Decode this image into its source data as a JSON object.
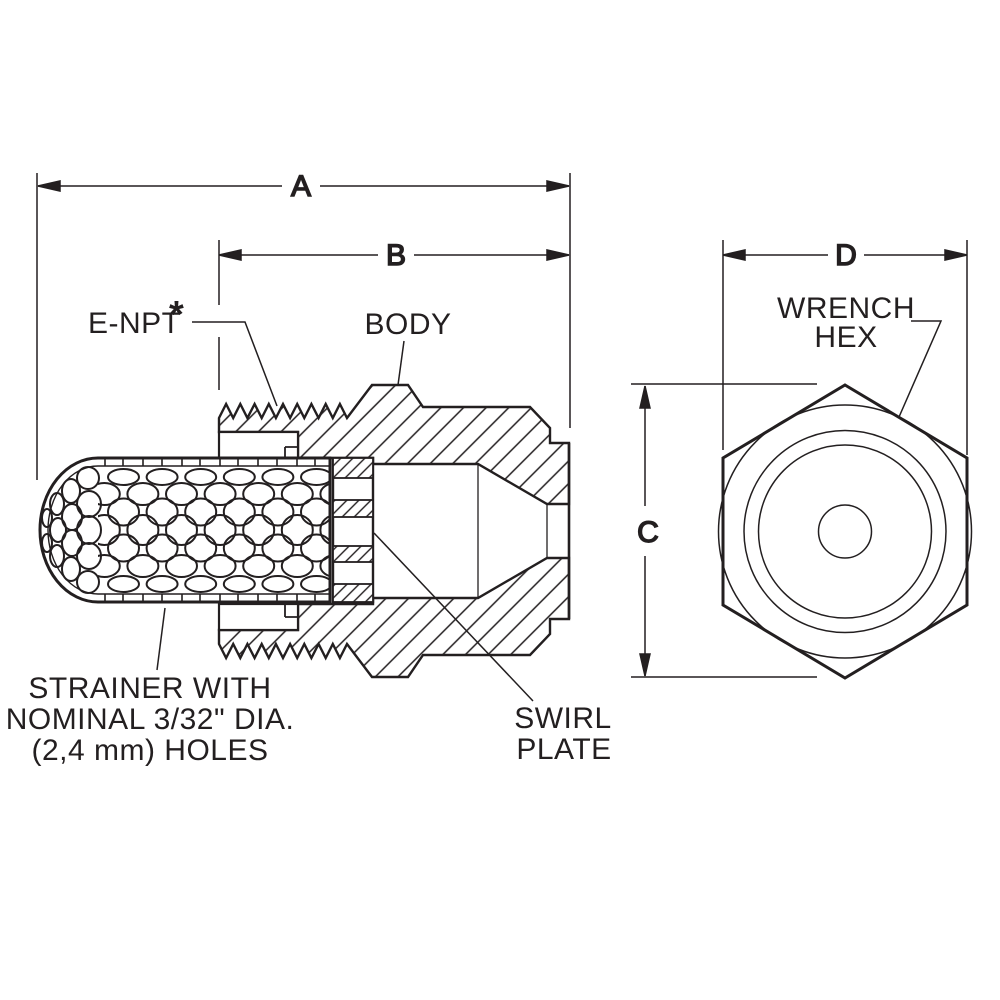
{
  "dimension_labels": {
    "a": "A",
    "b": "B",
    "c": "C",
    "d": "D"
  },
  "callouts": {
    "e_npt": "E-NPT",
    "e_npt_marker": "*",
    "body": "BODY",
    "wrench_hex_line1": "WRENCH",
    "wrench_hex_line2": "HEX",
    "strainer_line1": "STRAINER WITH",
    "strainer_line2": "NOMINAL 3/32\" DIA.",
    "strainer_line3": "(2,4 mm) HOLES",
    "swirl_line1": "SWIRL",
    "swirl_line2": "PLATE"
  },
  "colors": {
    "line": "#231f20",
    "background": "#ffffff"
  }
}
